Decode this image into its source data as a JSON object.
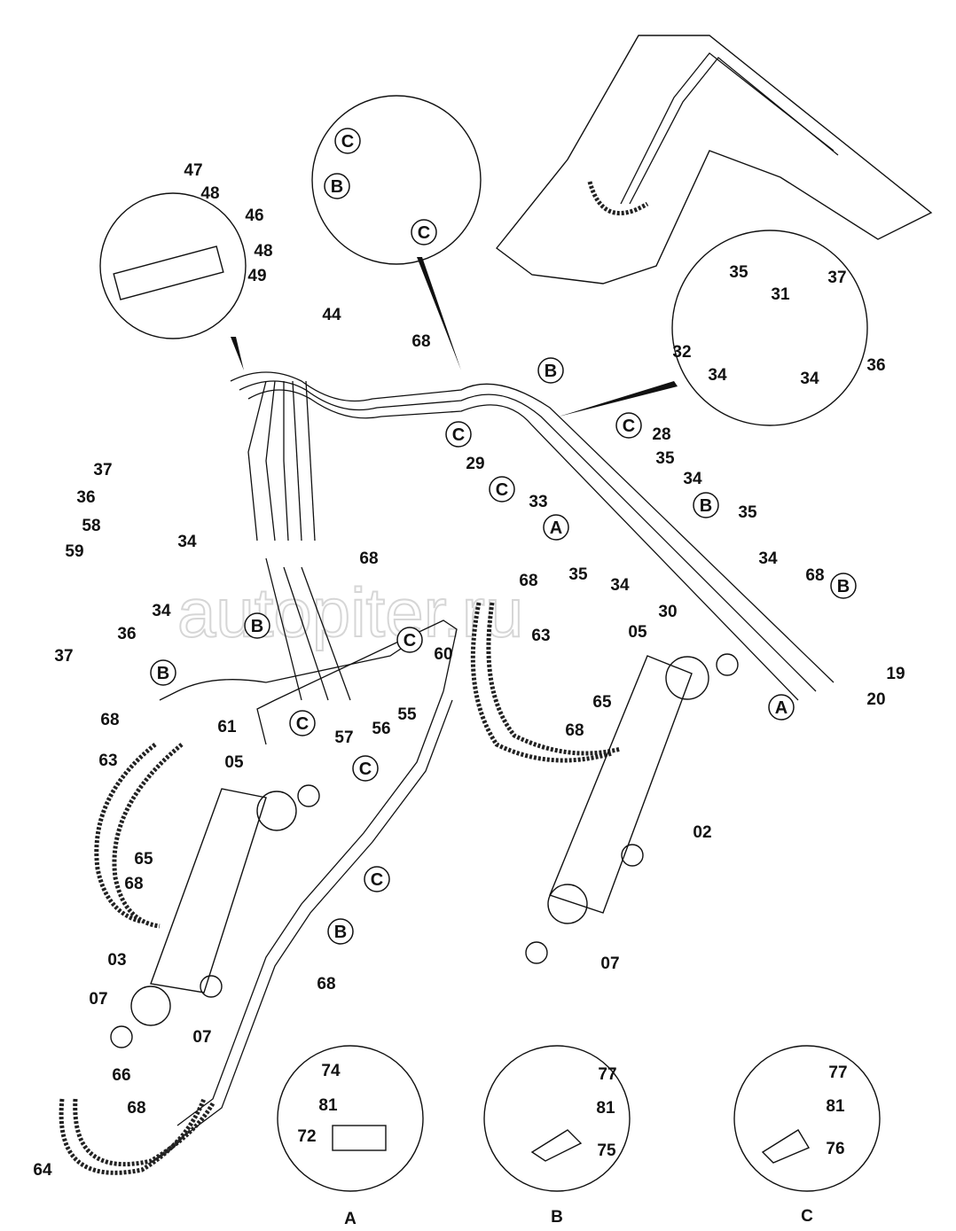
{
  "watermark": "autopiter.ru",
  "detail_views": {
    "clamp_detail": [
      "47",
      "48",
      "46",
      "48",
      "49"
    ],
    "pipe_bundle_detail": [
      "C",
      "B",
      "C"
    ],
    "bracket_detail": [
      "35",
      "37",
      "31",
      "32",
      "36",
      "34",
      "34"
    ]
  },
  "main_labels": [
    "44",
    "68",
    "B",
    "C",
    "C",
    "28",
    "29",
    "35",
    "C",
    "33",
    "34",
    "B",
    "35",
    "A",
    "34",
    "35",
    "34",
    "68",
    "B",
    "30",
    "68",
    "68",
    "63",
    "05",
    "19",
    "20",
    "A",
    "37",
    "36",
    "58",
    "34",
    "59",
    "34",
    "37",
    "36",
    "B",
    "C",
    "B",
    "60",
    "68",
    "61",
    "C",
    "57",
    "56",
    "55",
    "63",
    "05",
    "C",
    "65",
    "68",
    "C",
    "65",
    "68",
    "02",
    "B",
    "03",
    "68",
    "07",
    "07",
    "07",
    "66",
    "68",
    "64"
  ],
  "clamp_views": [
    {
      "view": "A",
      "parts": [
        "74",
        "81",
        "72"
      ]
    },
    {
      "view": "B",
      "parts": [
        "77",
        "81",
        "75"
      ]
    },
    {
      "view": "C",
      "parts": [
        "77",
        "81",
        "76"
      ]
    }
  ]
}
